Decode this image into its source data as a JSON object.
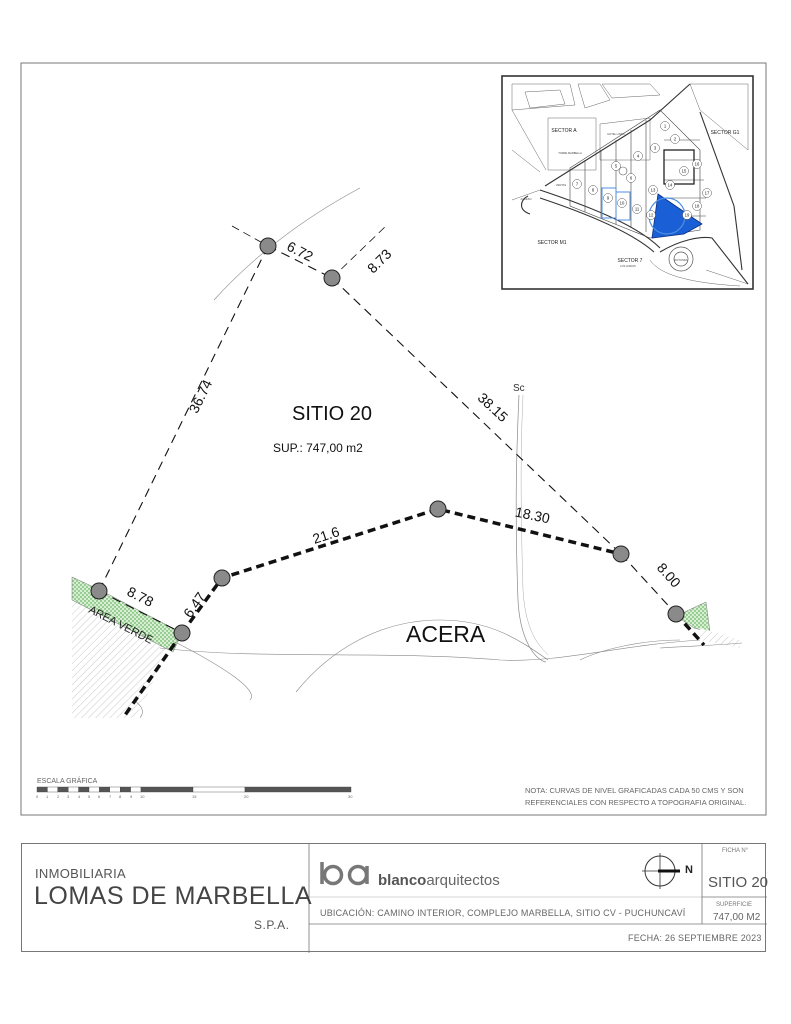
{
  "plan": {
    "site_title": "SITIO 20",
    "site_area": "SUP.: 747,00 m2",
    "sidewalk": "ACERA",
    "green_area": "AREA VERDE",
    "road_label": "Sc",
    "dimensions": {
      "d1": "6.72",
      "d2": "8.73",
      "d3": "36.74",
      "d4": "38.15",
      "d5": "21.6",
      "d6": "18.30",
      "d7": "8.00",
      "d8": "8.78",
      "d9": "6.47"
    },
    "scale_label": "ESCALA GRÁFICA",
    "scale_ticks": [
      "0",
      "1",
      "2",
      "3",
      "4",
      "5",
      "6",
      "7",
      "8",
      "9",
      "10",
      "15",
      "20",
      "30"
    ],
    "note_line1": "NOTA: CURVAS DE NIVEL GRAFICADAS CADA 50 CMS Y SON",
    "note_line2": "REFERENCIALES CON RESPECTO A TOPOGRAFIA ORIGINAL."
  },
  "keymap": {
    "sector_a": "SECTOR A",
    "sector_g1": "SECTOR G1",
    "sector_m1": "SECTOR M1",
    "sector_7": "SECTOR 7",
    "hotel": "HOTEL LINDO",
    "small1": "TORRE MARBELLA",
    "small2": "VENTAS",
    "small3": "ACCESO",
    "small4": "LOS LINDOS",
    "rotonda": "ROTONDA",
    "lots": [
      "1",
      "2",
      "3",
      "4",
      "5",
      "6",
      "7",
      "8",
      "9",
      "10",
      "11",
      "12",
      "13",
      "14",
      "15",
      "16",
      "17",
      "18",
      "19"
    ]
  },
  "titleblock": {
    "company_line1": "INMOBILIARIA",
    "company_line2": "LOMAS DE MARBELLA",
    "company_line3": "S.P.A.",
    "brand_bold": "blanco",
    "brand_regular": "arquitectos",
    "north": "N",
    "ubicacion": "UBICACIÓN: CAMINO INTERIOR, COMPLEJO MARBELLA, SITIO CV - PUCHUNCAVÍ",
    "fecha": "FECHA: 26 SEPTIEMBRE 2023",
    "ficha_label": "FICHA N°",
    "ficha_value": "SITIO 20",
    "superficie_label": "SUPERFICIE",
    "superficie_value": "747,00 M2"
  },
  "colors": {
    "highlight": "#1a5fd6",
    "green": "#7ec27e",
    "line": "#222222",
    "frame": "#777777"
  }
}
